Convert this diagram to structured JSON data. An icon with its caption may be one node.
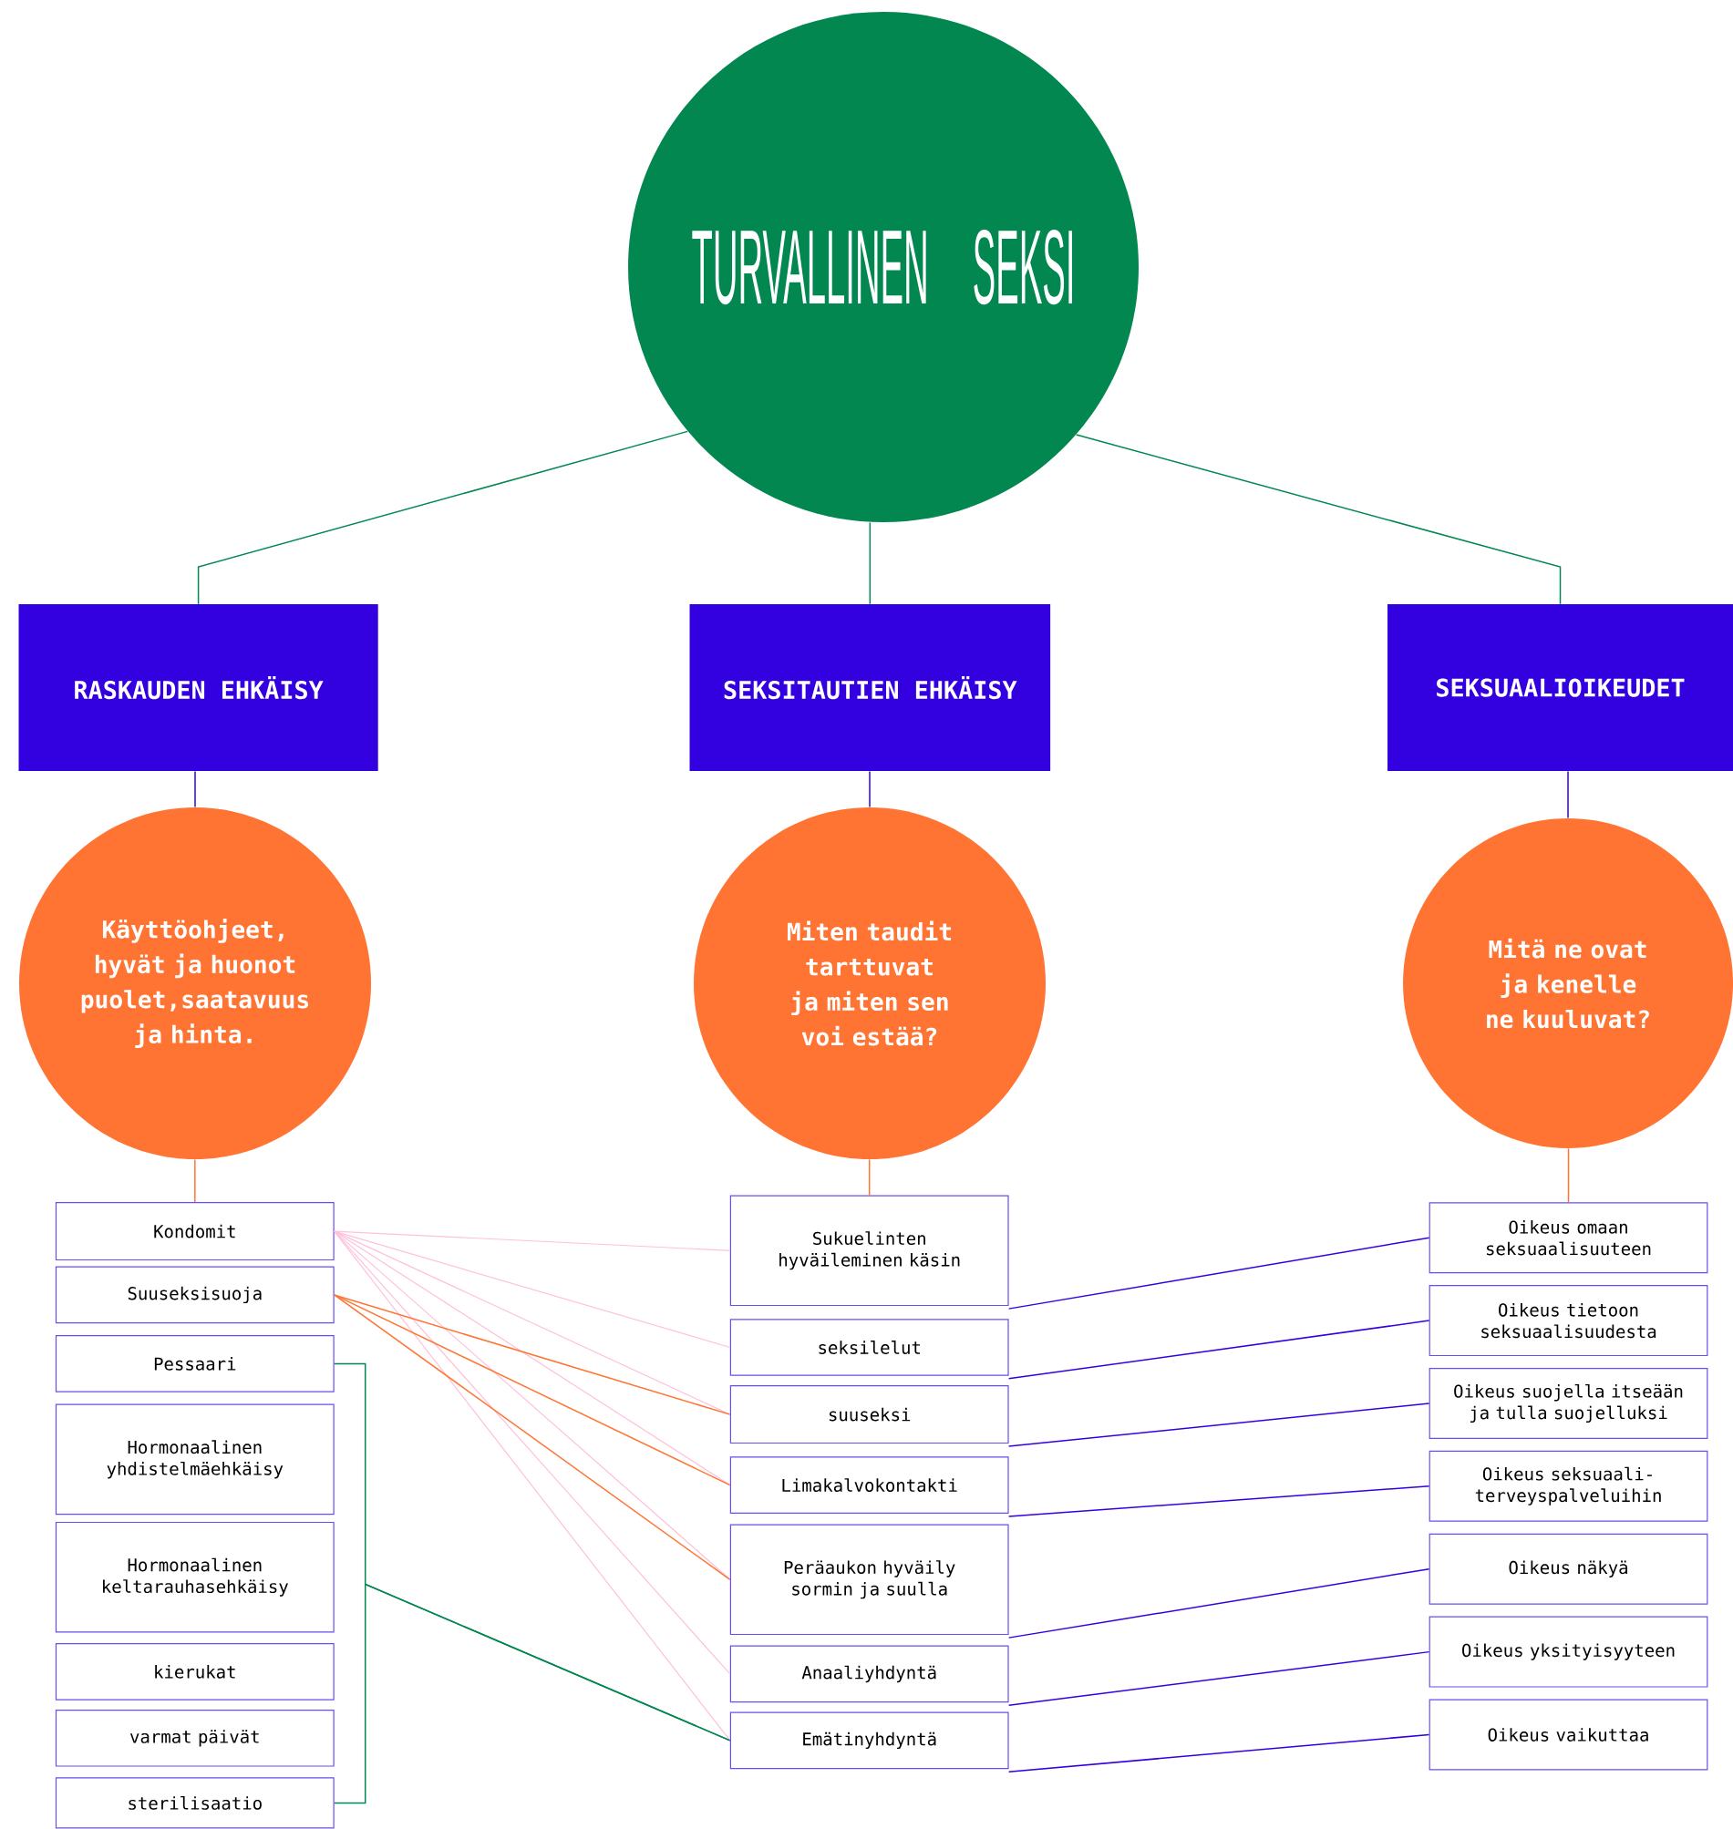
{
  "diagram": {
    "nodes": [
      {
        "text": [
          "TURVALLINEN SEKSI"
        ]
      },
      {
        "text": [
          "RASKAUDEN EHKÄISY"
        ]
      },
      {
        "text": [
          "SEKSITAUTIEN EHKÄISY"
        ]
      },
      {
        "text": [
          "SEKSUAALIOIKEUDET"
        ]
      },
      {
        "text": [
          "Käyttöohjeet, hyvät ja huonot puolet,saatavuus ja hinta."
        ]
      },
      {
        "text": [
          "Miten taudit tarttuvat ja miten sen voi estää?"
        ]
      },
      {
        "text": [
          "Mitä ne ovat ja kenelle ne kuuluvat?"
        ]
      },
      {
        "text": [
          "Kondomit"
        ]
      },
      {
        "text": [
          "Suuseksisuoja"
        ]
      },
      {
        "text": [
          "Pessaari"
        ]
      },
      {
        "text": [
          "Hormonaalinen yhdistelmäehkäisy"
        ]
      },
      {
        "text": [
          "Hormonaalinen keltarauhasehkäisy"
        ]
      },
      {
        "text": [
          "kierukat"
        ]
      },
      {
        "text": [
          "varmat päivät"
        ]
      },
      {
        "text": [
          "sterilisaatio"
        ]
      },
      {
        "text": [
          "Sukuelinten hyväileminen käsin"
        ]
      },
      {
        "text": [
          "seksilelut"
        ]
      },
      {
        "text": [
          "suuseksi"
        ]
      },
      {
        "text": [
          "Limakalvokontakti"
        ]
      },
      {
        "text": [
          "Peräaukon hyväily sormin ja suulla"
        ]
      },
      {
        "text": [
          "Anaaliyhdyntä"
        ]
      },
      {
        "text": [
          "Emätinyhdyntä"
        ]
      },
      {
        "text": [
          "Oikeus omaan seksuaalisuuteen"
        ]
      },
      {
        "text": [
          "Oikeus tietoon seksuaalisuudesta"
        ]
      },
      {
        "text": [
          "Oikeus suojella itseään ja tulla suojelluksi"
        ]
      },
      {
        "text": [
          "Oikeus seksuaali- terveyspalveluihin"
        ]
      },
      {
        "text": [
          "Oikeus näkyä"
        ]
      },
      {
        "text": [
          "Oikeus yksityisyyteen"
        ]
      },
      {
        "text": [
          "Oikeus vaikuttaa"
        ]
      }
    ],
    "edges": [
      {
        "from": 0,
        "to": 1,
        "arrow": "none",
        "color": "#028750"
      },
      {
        "from": 0,
        "to": 2,
        "arrow": "none",
        "color": "#028750"
      },
      {
        "from": 0,
        "to": 3,
        "arrow": "none",
        "color": "#028750"
      },
      {
        "from": 1,
        "to": 4,
        "arrow": "none",
        "color": "#3300e0"
      },
      {
        "from": 2,
        "to": 5,
        "arrow": "none",
        "color": "#3300e0"
      },
      {
        "from": 3,
        "to": 6,
        "arrow": "none",
        "color": "#3300e0"
      },
      {
        "from": 4,
        "to": 7,
        "arrow": "none",
        "color": "#ff7433"
      },
      {
        "from": 5,
        "to": 15,
        "arrow": "none",
        "color": "#ff7433"
      },
      {
        "from": 6,
        "to": 22,
        "arrow": "none",
        "color": "#ff7433"
      },
      {
        "from": 7,
        "to": 15,
        "arrow": "none",
        "color": "#ffc0dc"
      },
      {
        "from": 7,
        "to": 16,
        "arrow": "none",
        "color": "#ffc0dc"
      },
      {
        "from": 7,
        "to": 17,
        "arrow": "none",
        "color": "#ffc0dc"
      },
      {
        "from": 7,
        "to": 18,
        "arrow": "none",
        "color": "#ffc0dc"
      },
      {
        "from": 7,
        "to": 19,
        "arrow": "none",
        "color": "#ffc0dc"
      },
      {
        "from": 7,
        "to": 20,
        "arrow": "none",
        "color": "#ffc0dc"
      },
      {
        "from": 7,
        "to": 21,
        "arrow": "none",
        "color": "#ffc0dc"
      },
      {
        "from": 8,
        "to": 17,
        "arrow": "none",
        "color": "#ff7433"
      },
      {
        "from": 8,
        "to": 18,
        "arrow": "none",
        "color": "#ff7433"
      },
      {
        "from": 8,
        "to": 19,
        "arrow": "none",
        "color": "#ff7433"
      },
      {
        "from": 9,
        "to": 21,
        "arrow": "none",
        "color": "#028750"
      },
      {
        "from": 14,
        "to": 21,
        "arrow": "none",
        "color": "#028750"
      },
      {
        "from": 22,
        "to": 15,
        "arrow": "none",
        "color": "#3300e0"
      },
      {
        "from": 23,
        "to": 16,
        "arrow": "none",
        "color": "#3300e0"
      },
      {
        "from": 24,
        "to": 17,
        "arrow": "none",
        "color": "#3300e0"
      },
      {
        "from": 25,
        "to": 18,
        "arrow": "none",
        "color": "#3300e0"
      },
      {
        "from": 26,
        "to": 19,
        "arrow": "none",
        "color": "#3300e0"
      },
      {
        "from": 27,
        "to": 20,
        "arrow": "none",
        "color": "#3300e0"
      },
      {
        "from": 28,
        "to": 21,
        "arrow": "none",
        "color": "#3300e0"
      }
    ]
  }
}
